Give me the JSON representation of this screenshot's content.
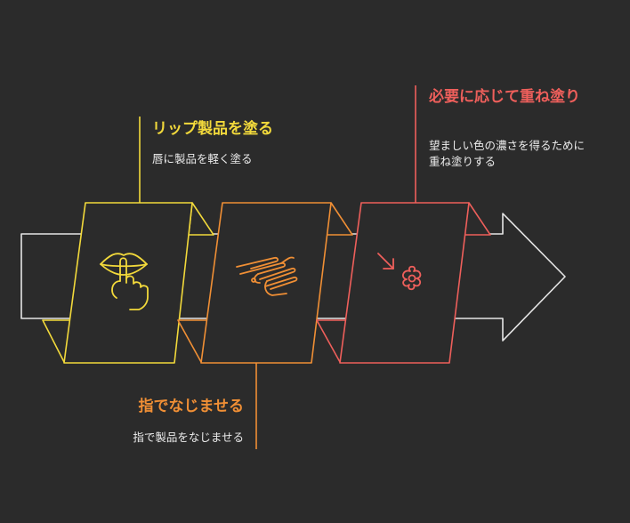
{
  "colors": {
    "background": "#2b2b2b",
    "arrow": "#e6e6e6",
    "step1": "#f2d93b",
    "step2": "#f08f35",
    "step3": "#ee5f5b",
    "desc_text": "#ececec"
  },
  "steps": [
    {
      "title": "リップ製品を塗る",
      "description": "唇に製品を軽く塗る",
      "icon": "lips-finger-icon"
    },
    {
      "title": "指でなじませる",
      "description": "指で製品をなじませる",
      "icon": "hand-blend-icon"
    },
    {
      "title": "必要に応じて重ね塗り",
      "description": "望ましい色の濃さを得るために重ね塗りする",
      "icon": "arrow-sparkle-icon"
    }
  ]
}
